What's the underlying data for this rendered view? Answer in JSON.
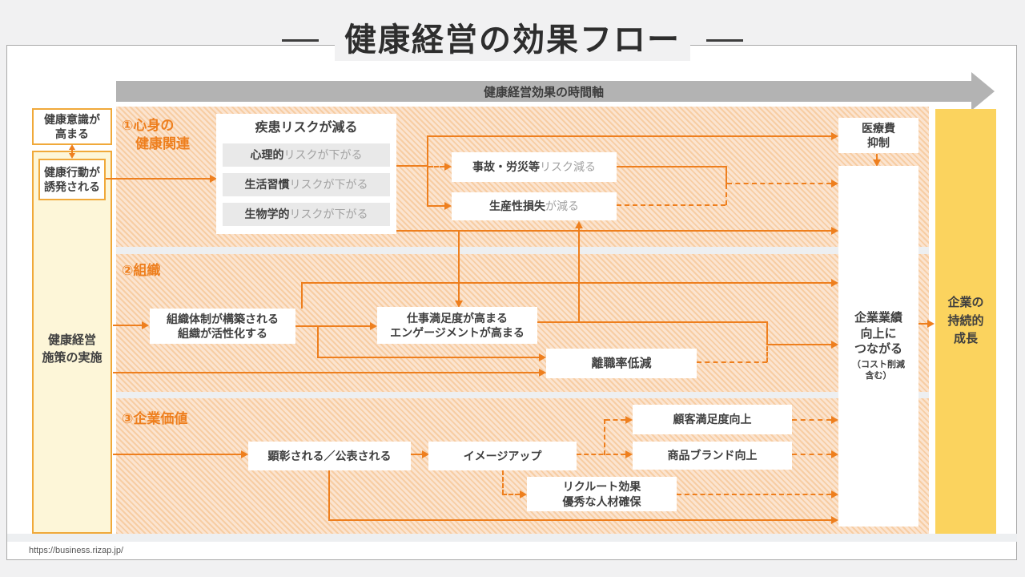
{
  "title": "健康経営の効果フロー",
  "timeline_label": "健康経営効果の時間軸",
  "source_url": "https://business.rizap.jp/",
  "colors": {
    "accent": "#ee7f1e",
    "gold": "#fbd35e",
    "stripe_a": "#f7cda3",
    "stripe_b": "#fbe4d0",
    "left_bg": "#fdf6d8",
    "left_border": "#f0a93a",
    "timeline_gray": "#b3b3b3",
    "chip": "#e9e9e9",
    "muted": "#a2a2a2"
  },
  "left_column": {
    "awareness": "健康意識が\n高まる",
    "behavior": "健康行動が\n誘発される",
    "program": "健康経営\n施策の実施"
  },
  "band1": {
    "label": "①心身の\n　健康関連",
    "disease": {
      "title": "疾患リスクが減る",
      "items": [
        {
          "bold": "心理的",
          "gray": "リスクが下がる"
        },
        {
          "bold": "生活習慣",
          "gray": "リスクが下がる"
        },
        {
          "bold": "生物学的",
          "gray": "リスクが下がる"
        }
      ]
    },
    "accident": {
      "bold": "事故・労災等",
      "gray": "リスク減る"
    },
    "productivity": {
      "bold": "生産性損失",
      "gray": "が減る"
    },
    "medical": "医療費\n抑制"
  },
  "band2": {
    "label": "②組織",
    "org": "組織体制が構築される\n組織が活性化する",
    "satisfaction": "仕事満足度が高まる\nエンゲージメントが高まる",
    "turnover": "離職率低減"
  },
  "band3": {
    "label": "③企業価値",
    "recognition": "顕彰される／公表される",
    "image": "イメージアップ",
    "customer": "顧客満足度向上",
    "brand": "商品ブランド向上",
    "recruit": "リクルート効果\n優秀な人材確保"
  },
  "right_column": {
    "performance": "企業業績\n向上に\nつながる",
    "performance_note": "（コスト削減\n含む）",
    "growth": "企業の\n持続的\n成長"
  }
}
